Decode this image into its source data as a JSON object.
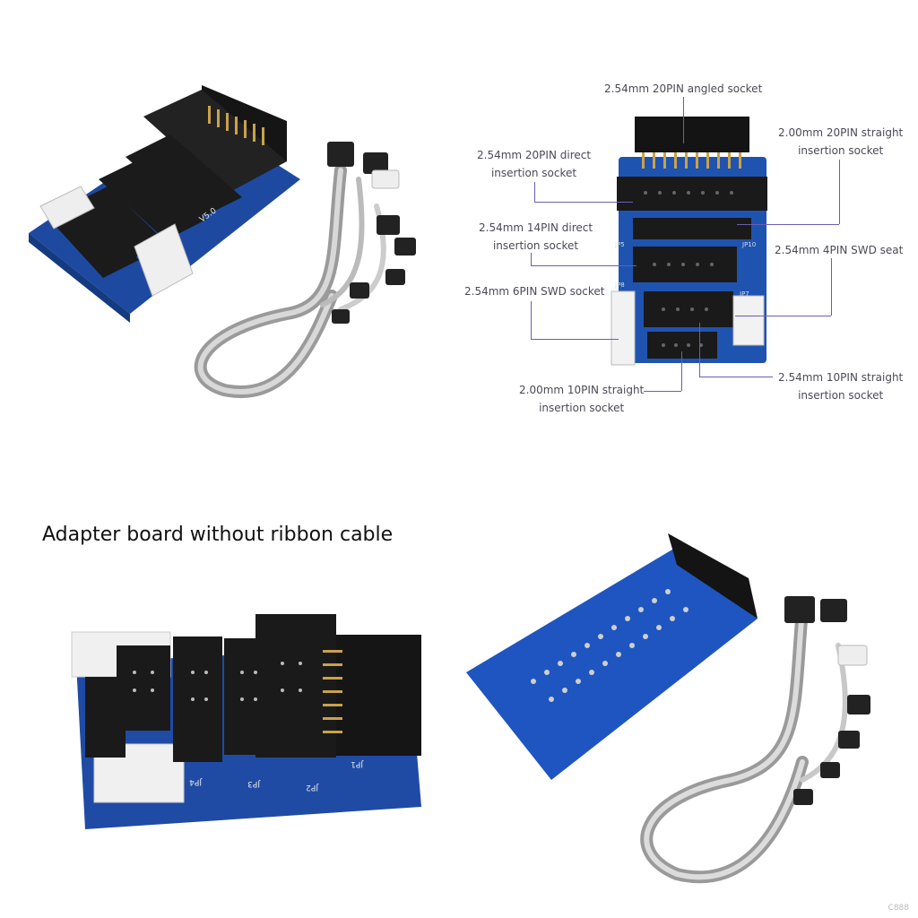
{
  "callouts": {
    "angled_20pin": "2.54mm 20PIN angled socket",
    "direct_20pin": [
      "2.54mm 20PIN direct",
      "insertion socket"
    ],
    "straight_20pin_2mm": [
      "2.00mm 20PIN straight",
      "insertion socket"
    ],
    "direct_14pin": [
      "2.54mm 14PIN direct",
      "insertion socket"
    ],
    "swd_4pin": "2.54mm 4PIN SWD seat",
    "swd_6pin": "2.54mm 6PIN SWD socket",
    "straight_10pin_2mm": [
      "2.00mm 10PIN straight",
      "insertion socket"
    ],
    "straight_10pin_254": [
      "2.54mm 10PIN straight",
      "insertion socket"
    ]
  },
  "caption": "Adapter board without ribbon cable",
  "board_marks": {
    "version": "V5.0",
    "jp5": "JP5",
    "jp10": "JP10",
    "jp8": "JP8",
    "jp7": "JP7",
    "jp1": "JP1",
    "jp2": "JP2",
    "jp3": "JP3",
    "jp4": "JP4"
  },
  "watermark": "C888",
  "colors": {
    "pcb_blue": "#1e4ea8",
    "connector_black": "#1a1a1a",
    "white_housing": "#eeeeee",
    "cable_grey": "#9a9a9a",
    "leader_purple": "#6a5fb0"
  }
}
